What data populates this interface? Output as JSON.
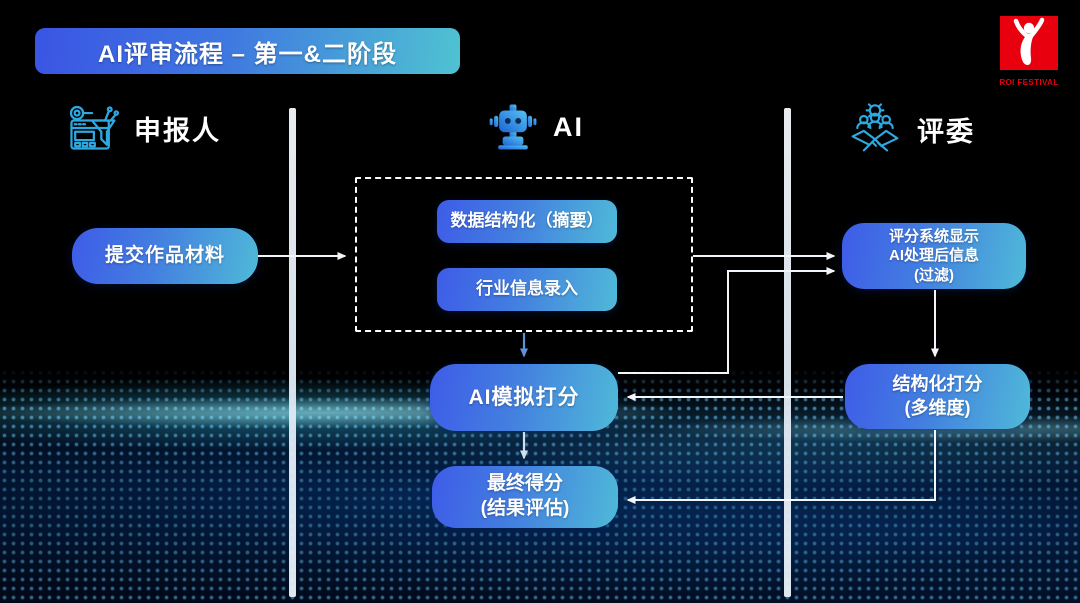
{
  "title_banner": {
    "text": "AI评审流程 – 第一&二阶段"
  },
  "logo": {
    "text": "ROI FESTIVAL"
  },
  "columns": {
    "applicant": {
      "label": "申报人",
      "icon": "applicant-terminal-icon"
    },
    "ai": {
      "label": "AI",
      "icon": "robot-icon"
    },
    "judges": {
      "label": "评委",
      "icon": "judges-handshake-icon"
    }
  },
  "nodes": {
    "submit_materials": {
      "label": "提交作品材料"
    },
    "data_structuring": {
      "label": "数据结构化（摘要）"
    },
    "industry_info": {
      "label": "行业信息录入"
    },
    "ai_mock_scoring": {
      "label": "AI模拟打分"
    },
    "final_score": {
      "line1": "最终得分",
      "line2": "(结果评估)"
    },
    "scoring_system_display": {
      "line1": "评分系统显示",
      "line2": "AI处理后信息",
      "line3": "(过滤)"
    },
    "structured_scoring": {
      "line1": "结构化打分",
      "line2": "(多维度)"
    }
  },
  "colors": {
    "background": "#000000",
    "box_gradient_start": "#3e5ce8",
    "box_gradient_end": "#4fc0d6",
    "accent_cyan": "#2da9e2",
    "logo_red": "#e8000f",
    "arrow_white": "#f2f6fa",
    "arrow_blue": "#5d93d8",
    "divider": "#e9f2fa"
  }
}
